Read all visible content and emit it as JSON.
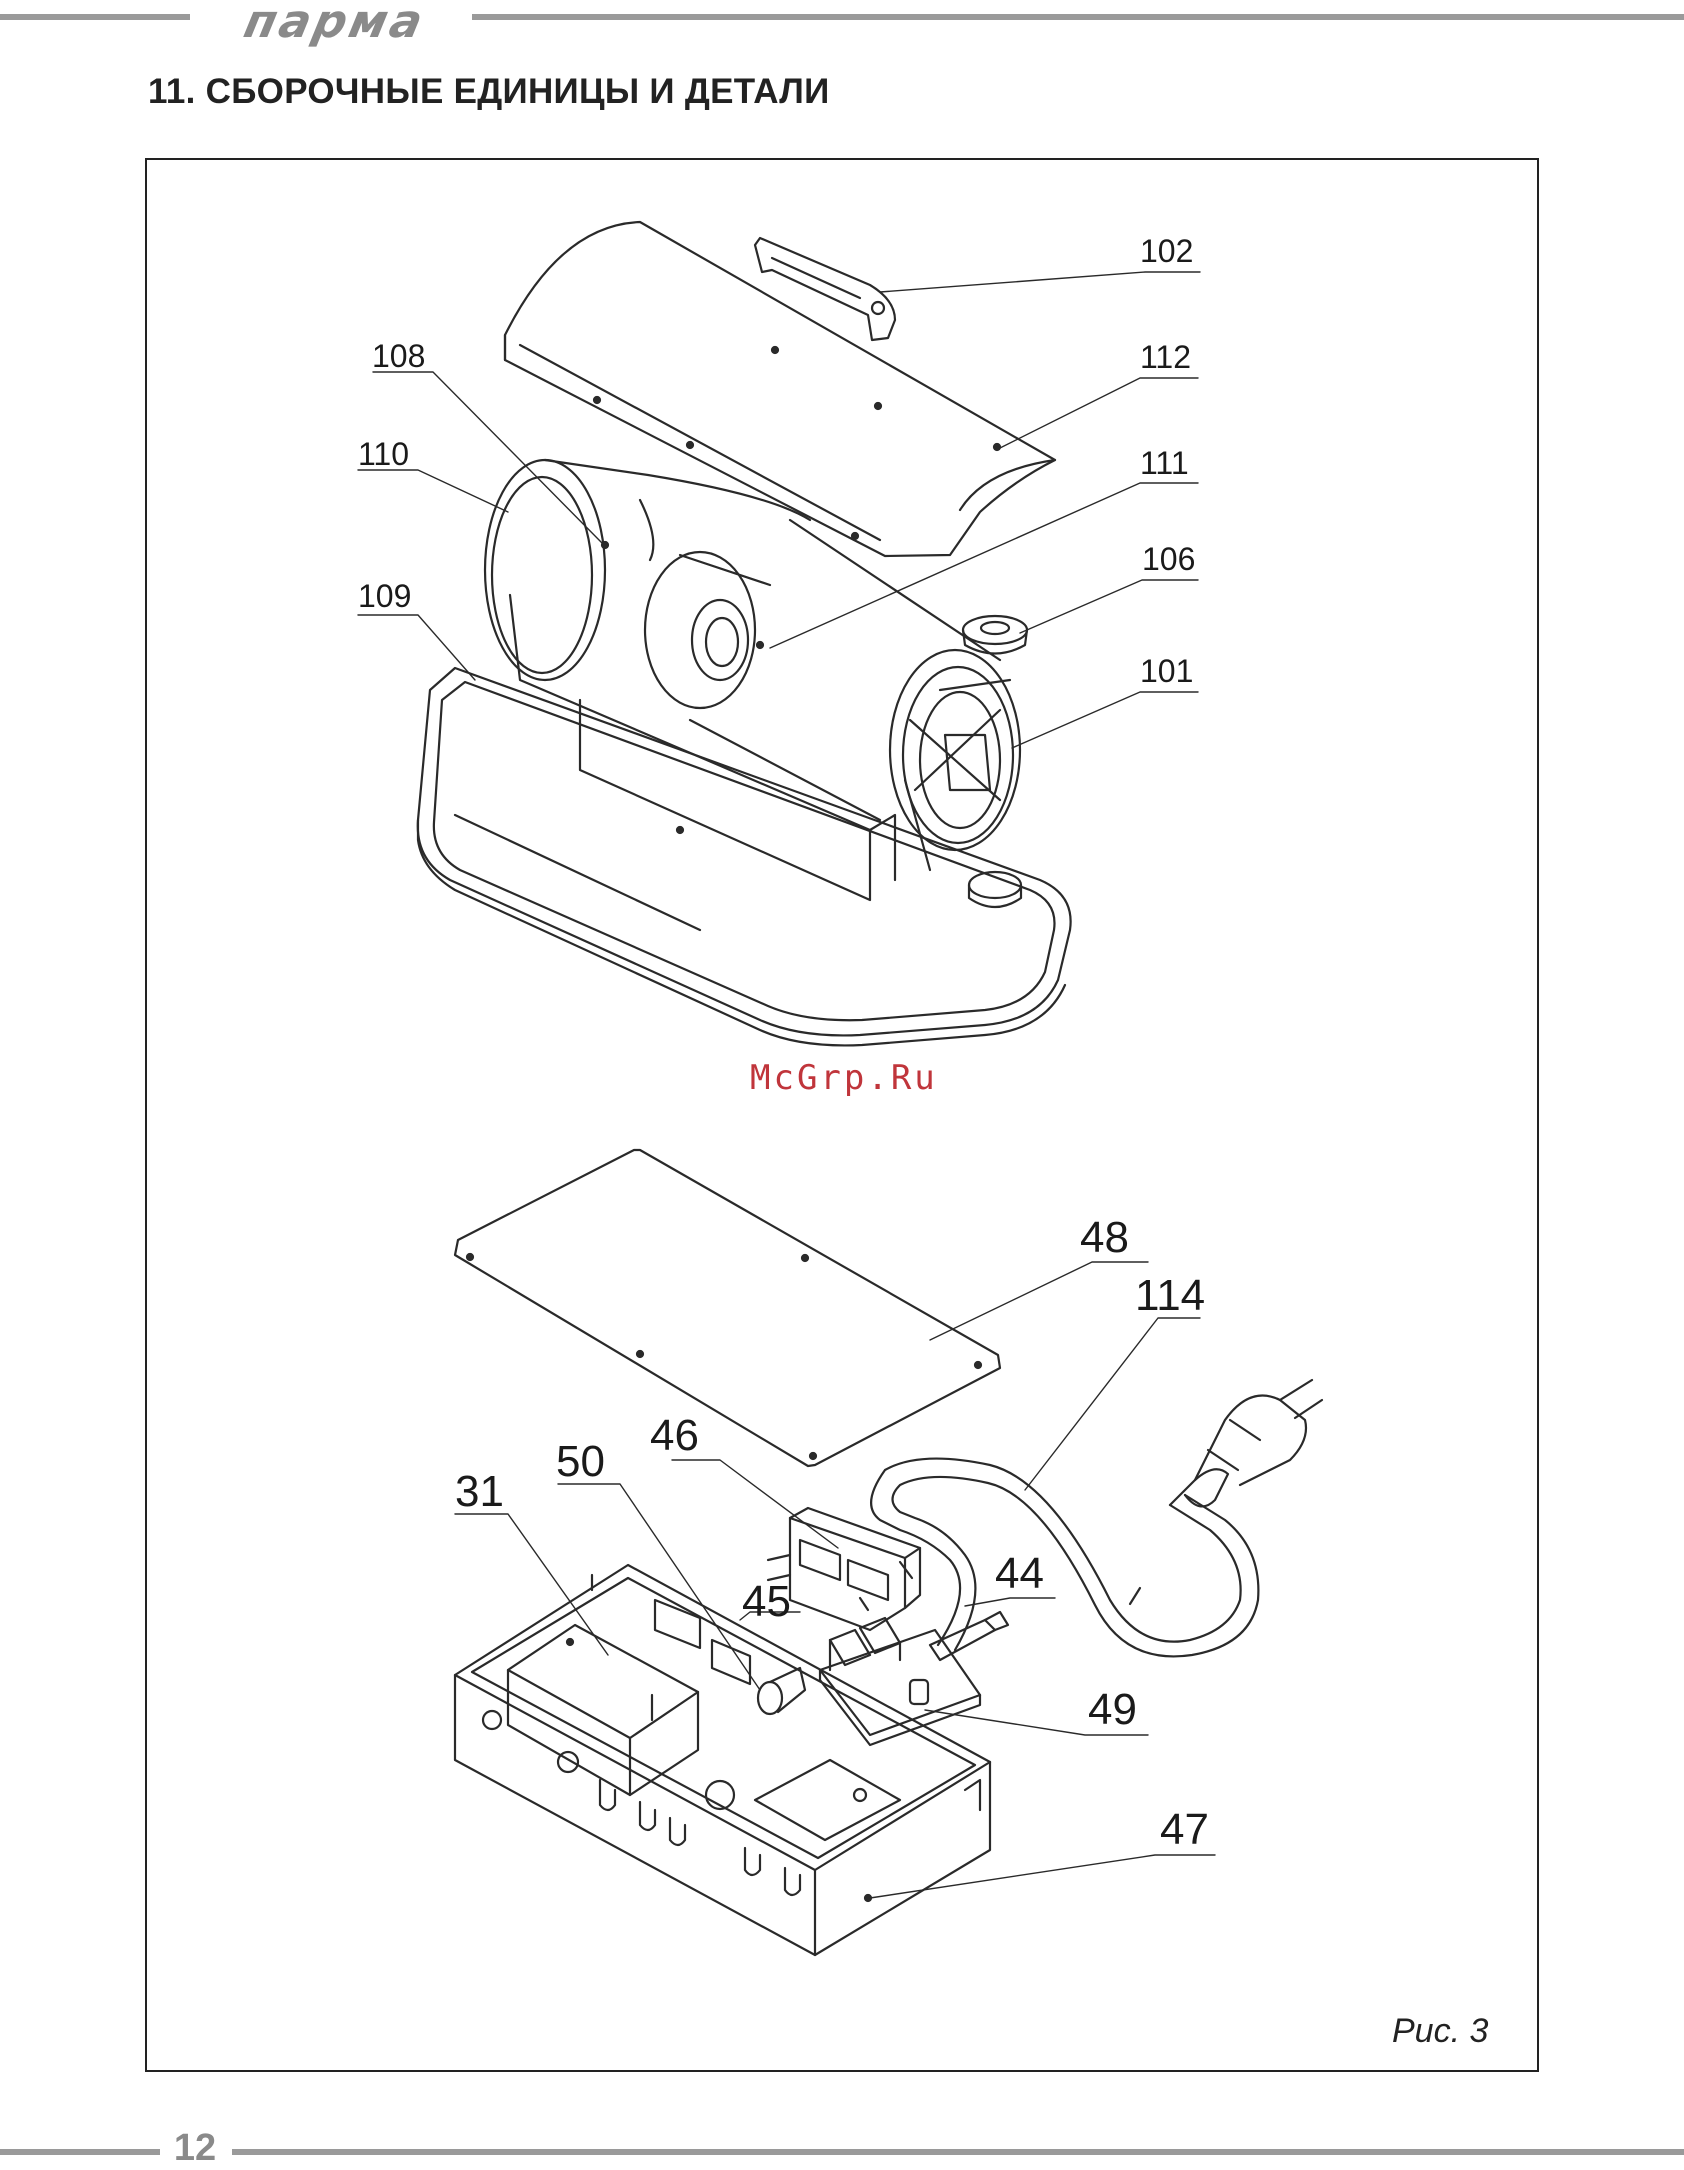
{
  "header": {
    "brand": "парма"
  },
  "section": {
    "title": "11. СБОРОЧНЫЕ ЕДИНИЦЫ И ДЕТАЛИ"
  },
  "figure": {
    "caption": "Рис. 3",
    "watermark": "McGrp.Ru",
    "upper_callouts": [
      "102",
      "108",
      "112",
      "110",
      "111",
      "106",
      "109",
      "101"
    ],
    "lower_callouts": [
      "48",
      "114",
      "46",
      "50",
      "31",
      "44",
      "45",
      "49",
      "47"
    ]
  },
  "footer": {
    "page_number": "12"
  },
  "colors": {
    "line_gray": "#9a9a9a",
    "watermark_red": "#c0353b",
    "ink": "#222222"
  }
}
